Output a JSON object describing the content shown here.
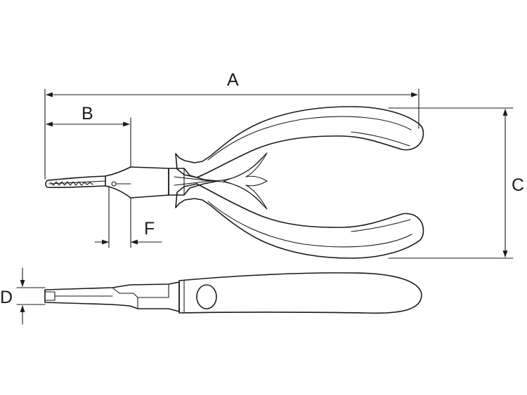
{
  "dimensions": {
    "a": "A",
    "b": "B",
    "c": "C",
    "d": "D",
    "f": "F"
  },
  "colors": {
    "line": "#1a1a1a",
    "background": "#ffffff"
  }
}
